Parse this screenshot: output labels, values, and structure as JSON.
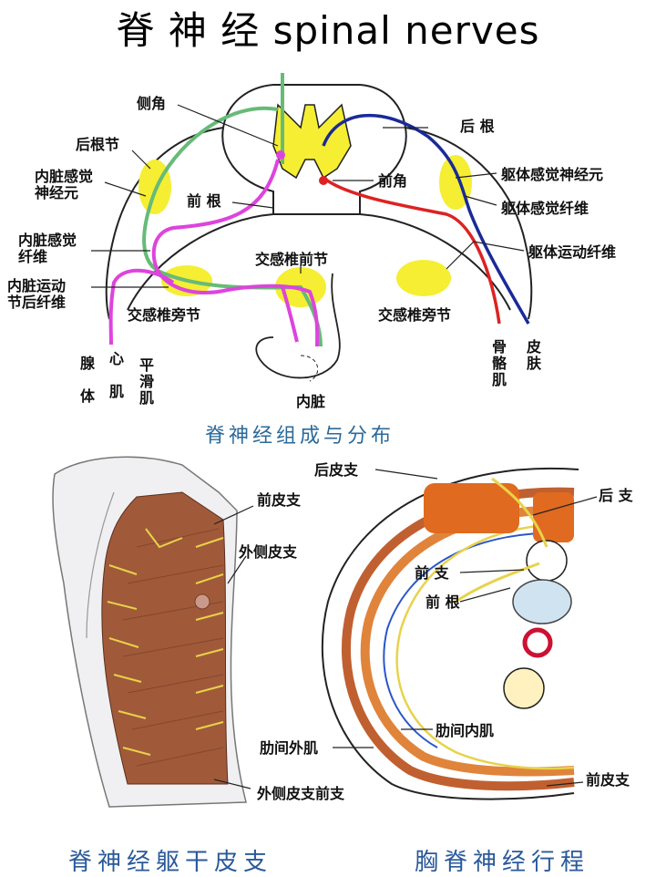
{
  "title": "脊 神 经 spinal nerves",
  "top_diagram": {
    "caption": "脊神经组成与分布",
    "labels": {
      "lateral_horn": "侧角",
      "dorsal_root": "后 根",
      "dorsal_root_ganglion": "后根节",
      "visceral_sensory_neuron": "内脏感觉\n神经元",
      "ventral_root": "前 根",
      "ventral_horn": "前角",
      "somatic_sensory_neuron": "躯体感觉神经元",
      "somatic_sensory_fiber": "躯体感觉纤维",
      "visceral_sensory_fiber": "内脏感觉\n纤维",
      "somatic_motor_fiber": "躯体运动纤维",
      "prevertebral_ganglion": "交感椎前节",
      "visceral_motor_postganglionic": "内脏运动\n节后纤维",
      "paravertebral_ganglion_left": "交感椎旁节",
      "paravertebral_ganglion_right": "交感椎旁节",
      "gland": "腺\n\n体",
      "heart_muscle": "心\n\n肌",
      "smooth_muscle": "平\n滑\n肌",
      "skeletal_muscle": "骨\n骼\n肌",
      "skin": "皮\n肤",
      "viscera": "内脏"
    }
  },
  "bottom_left": {
    "caption": "脊神经躯干皮支",
    "labels": {
      "anterior_cutaneous": "前皮支",
      "lateral_cutaneous": "外侧皮支",
      "lateral_cutaneous_anterior": "外侧皮支前支"
    }
  },
  "bottom_right": {
    "caption": "胸脊神经行程",
    "labels": {
      "posterior_cutaneous": "后皮支",
      "posterior_branch": "后 支",
      "anterior_branch": "前 支",
      "ventral_root": "前 根",
      "internal_intercostal": "肋间内肌",
      "external_intercostal": "肋间外肌",
      "anterior_cutaneous": "前皮支"
    }
  },
  "colors": {
    "visceral_sensory": "#66bb77",
    "visceral_motor": "#dd44dd",
    "somatic_sensory": "#1a2a99",
    "somatic_motor": "#dd2222",
    "ganglion": "#f5ee33",
    "muscle": "#a05a3a",
    "caption": "#2a6a9a"
  }
}
